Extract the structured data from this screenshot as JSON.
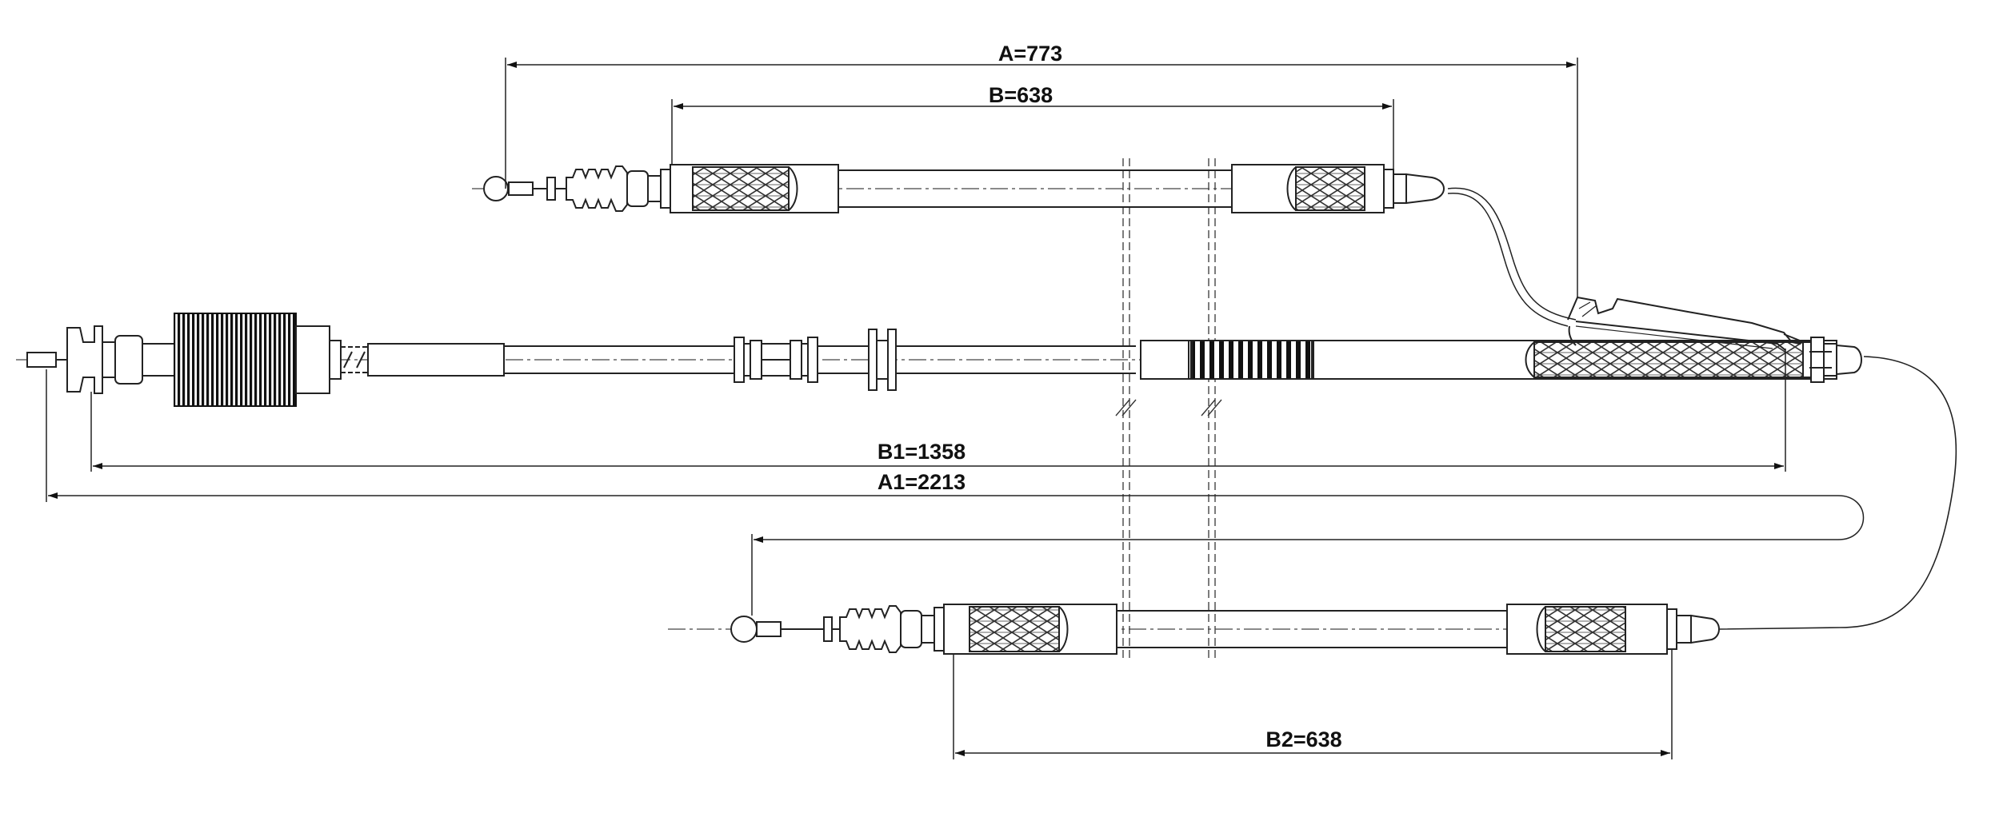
{
  "colors": {
    "line": "#222222",
    "fill_dark": "#111111",
    "background": "#ffffff"
  },
  "dimensions": {
    "a": "A=773",
    "b": "B=638",
    "b1": "B1=1358",
    "a1": "A1=2213",
    "b2": "B2=638"
  }
}
